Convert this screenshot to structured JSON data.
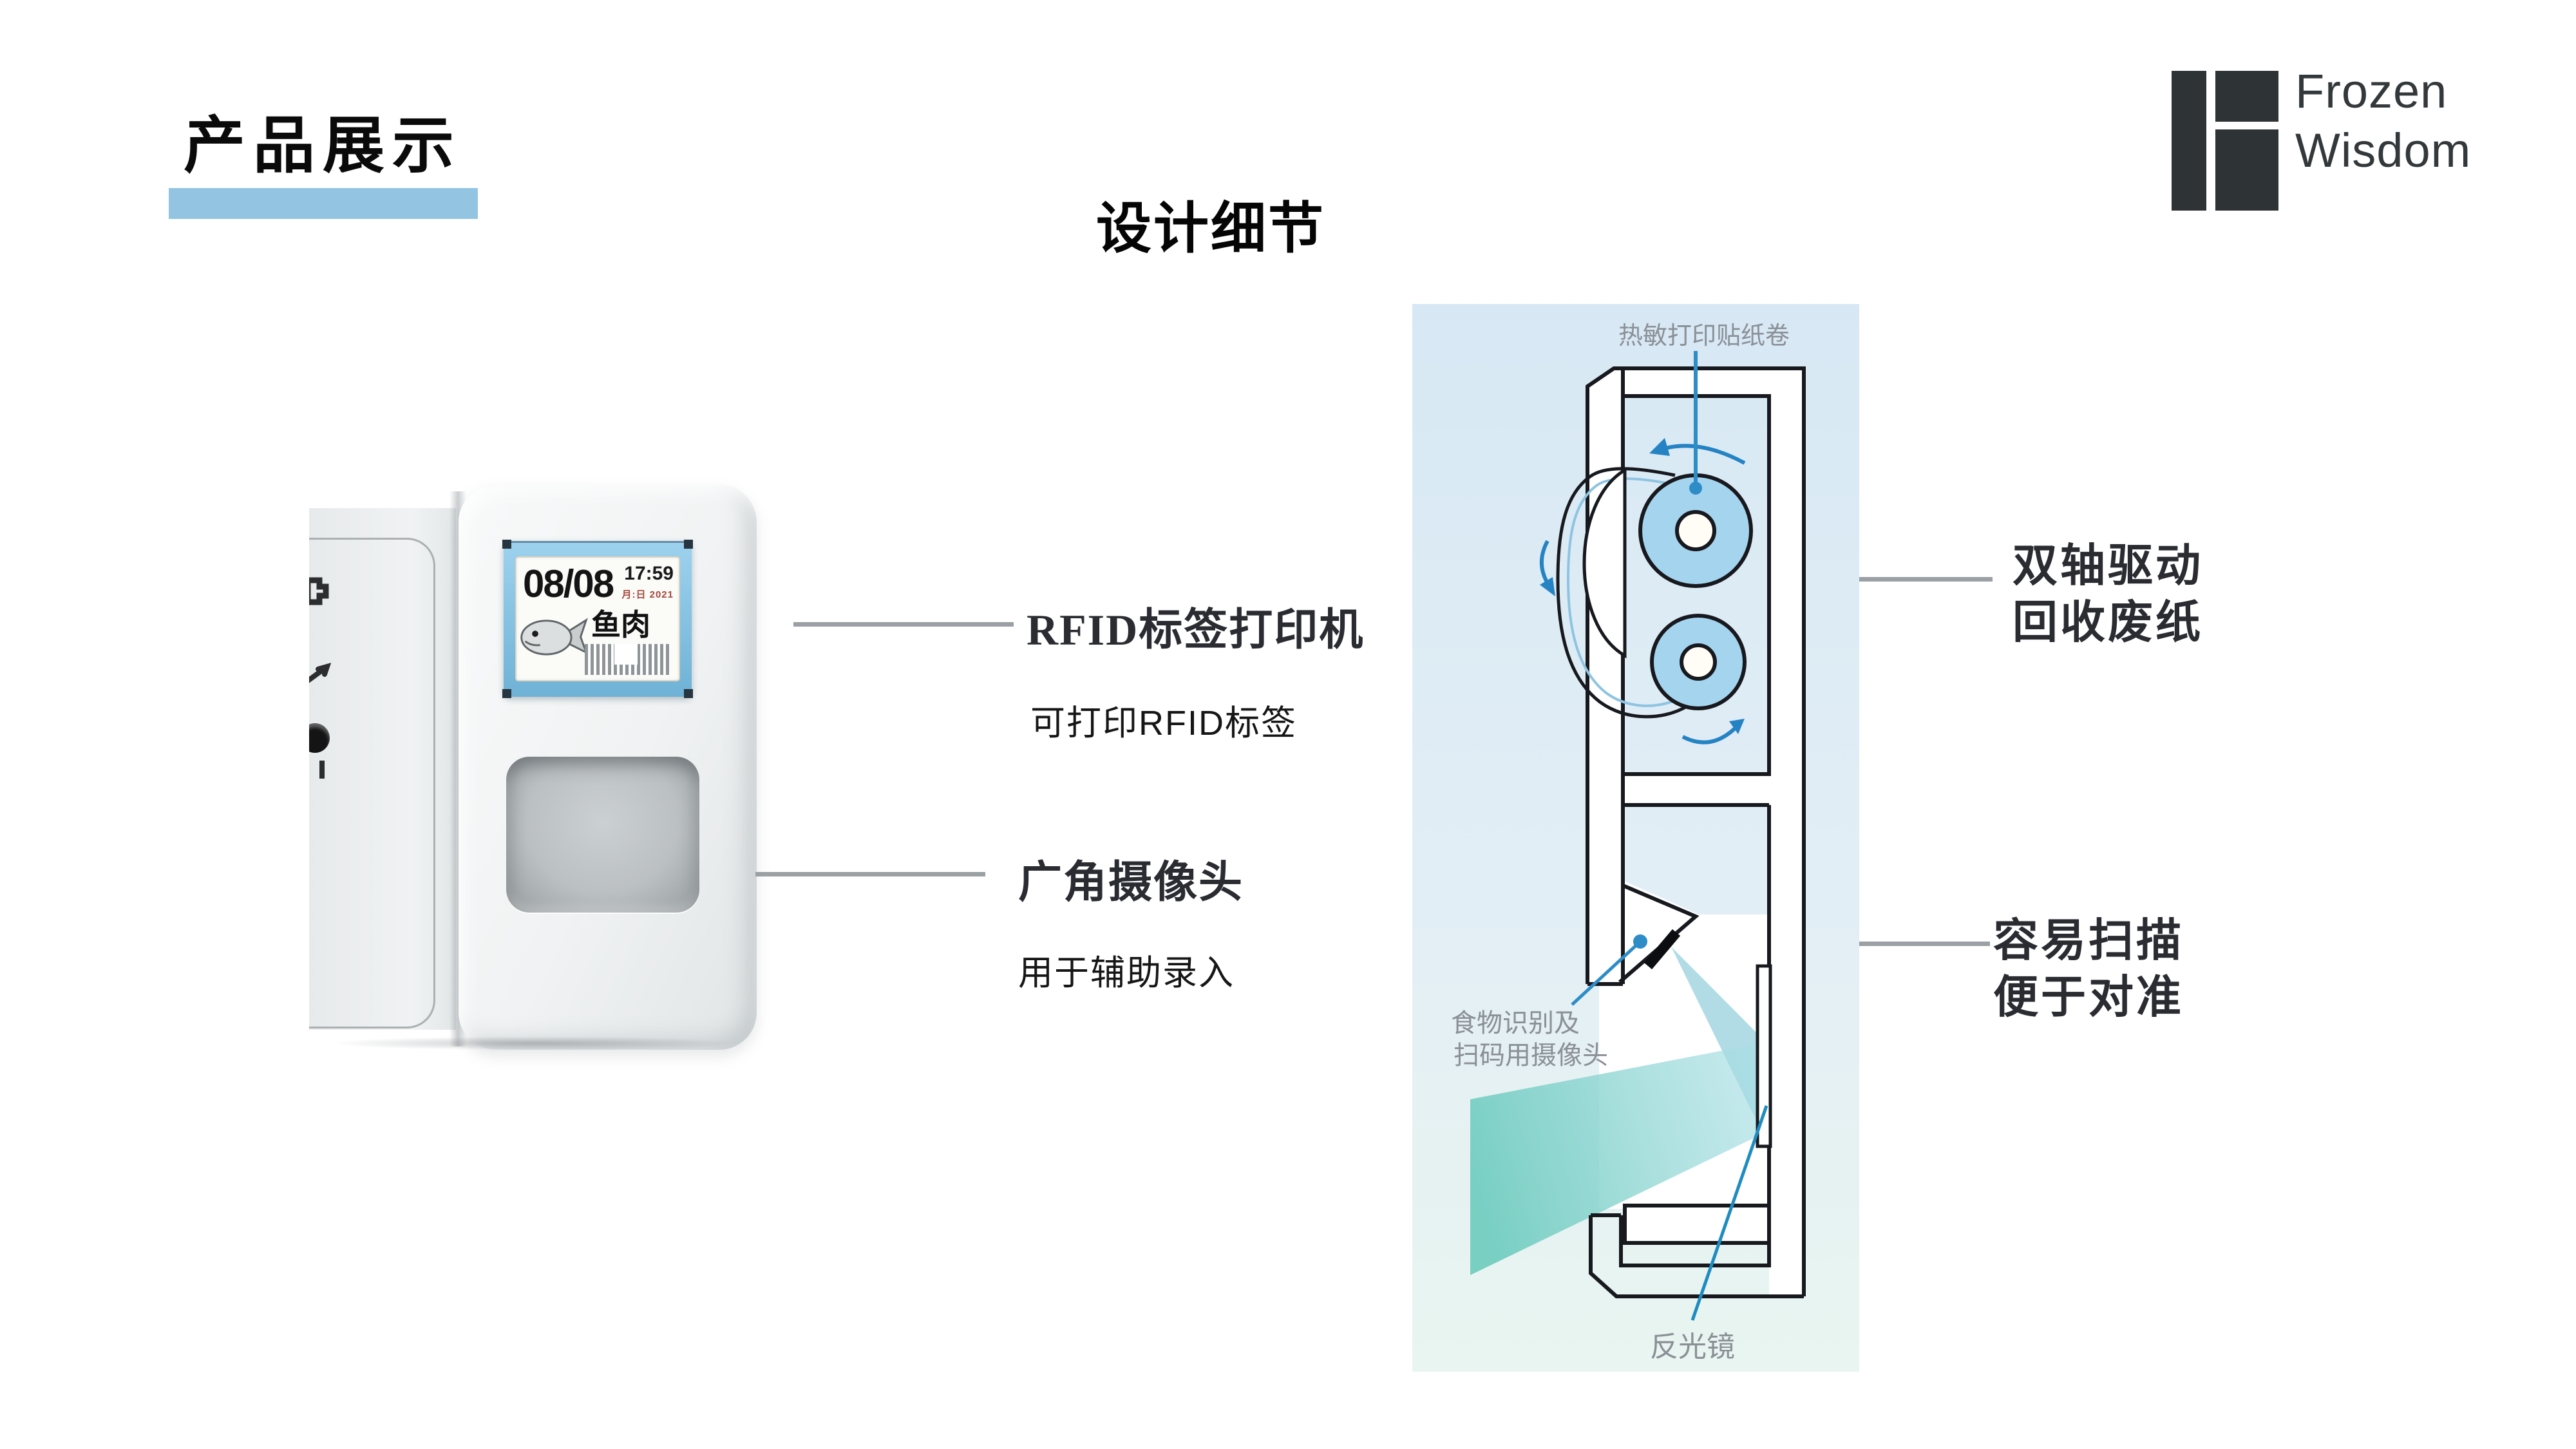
{
  "header": {
    "title": "产品展示"
  },
  "section": {
    "title": "设计细节"
  },
  "logo": {
    "text_line1": "Frozen",
    "text_line2": "Wisdom"
  },
  "device_label": {
    "date": "08/08",
    "time": "17:59",
    "date_note": "月:日 2021",
    "item_name": "鱼肉"
  },
  "features_left": [
    {
      "title": "RFID标签打印机",
      "subtitle": "可打印RFID标签"
    },
    {
      "title": "广角摄像头",
      "subtitle": "用于辅助录入"
    }
  ],
  "features_right": [
    {
      "line1": "双轴驱动",
      "line2": "回收废纸"
    },
    {
      "line1": "容易扫描",
      "line2": "便于对准"
    }
  ],
  "diagram_labels": {
    "top_roll": "热敏打印贴纸卷",
    "camera_line1": "食物识别及",
    "camera_line2": "扫码用摄像头",
    "mirror": "反光镜"
  },
  "colors": {
    "accent_bar": "#93c5e2",
    "logo_dark": "#2e3335",
    "label_frame_blue": "#7fc0e2",
    "roll_blue": "#a5d4ef",
    "arrow_blue": "#2583c4",
    "beam_teal": "#74cec2",
    "connector_gray": "#9aa0a3",
    "diagram_label_gray": "#8a9096",
    "outline_dark": "#17191e"
  }
}
